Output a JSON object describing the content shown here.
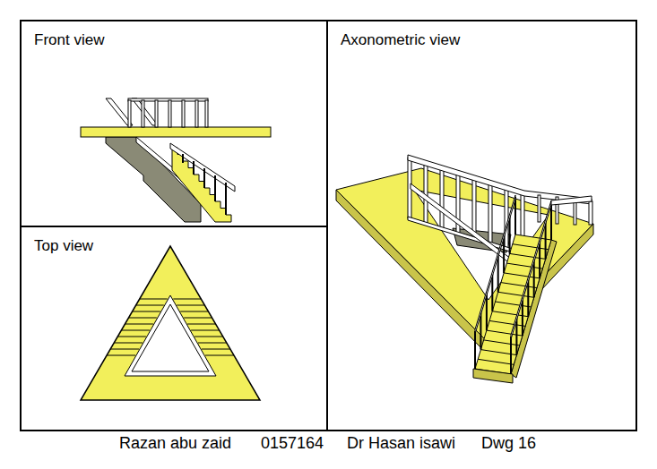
{
  "diagram": {
    "nodes": [
      {
        "text": [
          "Front view"
        ]
      },
      {
        "text": [
          "Axonometric view"
        ]
      },
      {
        "text": [
          "Top view"
        ]
      }
    ],
    "labels": [
      "Razan abu zaid",
      "0157164",
      "Dr Hasan isawi",
      "Dwg 16"
    ]
  }
}
